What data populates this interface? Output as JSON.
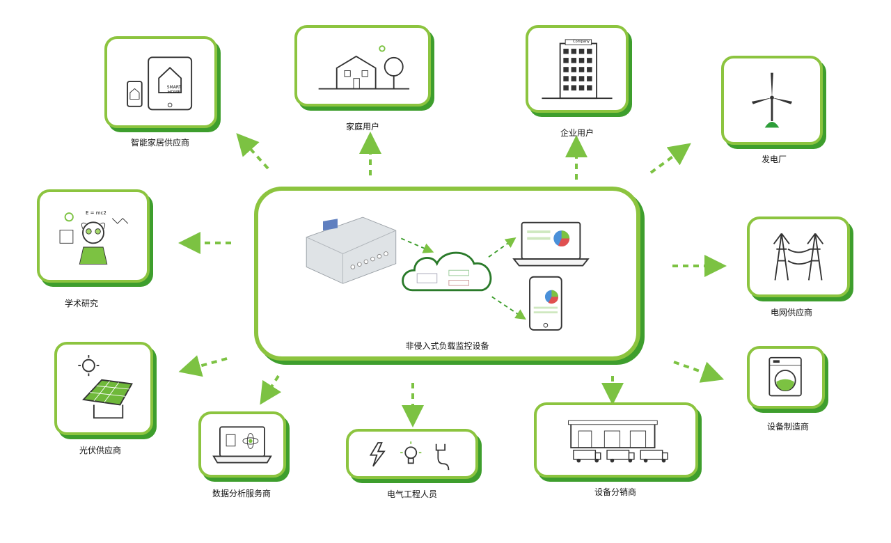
{
  "center": {
    "label": "非侵入式负载监控设备"
  },
  "nodes": {
    "smart_home": {
      "label": "智能家居供应商",
      "icon_text_1": "SMART",
      "icon_text_2": "HOME"
    },
    "household": {
      "label": "家庭用户"
    },
    "enterprise": {
      "label": "企业用户",
      "icon_text": "Company"
    },
    "power_plant": {
      "label": "发电厂"
    },
    "academic": {
      "label": "学术研究",
      "icon_text": "E = mc2"
    },
    "grid": {
      "label": "电网供应商"
    },
    "solar": {
      "label": "光伏供应商"
    },
    "equipment_maker": {
      "label": "设备制造商"
    },
    "data_analysis": {
      "label": "数据分析服务商"
    },
    "electrician": {
      "label": "电气工程人员"
    },
    "distributor": {
      "label": "设备分销商"
    }
  },
  "colors": {
    "light_green": "#8cc43f",
    "dark_green": "#3e9e2d",
    "arrow_green": "#7cc242"
  }
}
